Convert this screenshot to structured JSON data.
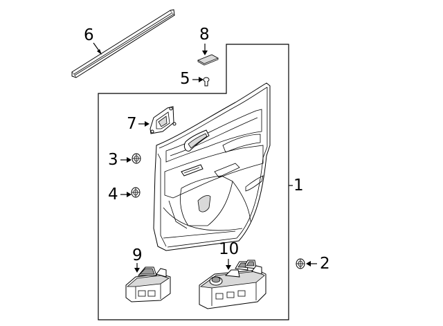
{
  "diagram": {
    "callouts": [
      {
        "id": "1",
        "label": "1"
      },
      {
        "id": "2",
        "label": "2"
      },
      {
        "id": "3",
        "label": "3"
      },
      {
        "id": "4",
        "label": "4"
      },
      {
        "id": "5",
        "label": "5"
      },
      {
        "id": "6",
        "label": "6"
      },
      {
        "id": "7",
        "label": "7"
      },
      {
        "id": "8",
        "label": "8"
      },
      {
        "id": "9",
        "label": "9"
      },
      {
        "id": "10",
        "label": "10"
      }
    ],
    "colors": {
      "line": "#000000",
      "background": "#ffffff",
      "shade": "#d9d9d9"
    }
  }
}
